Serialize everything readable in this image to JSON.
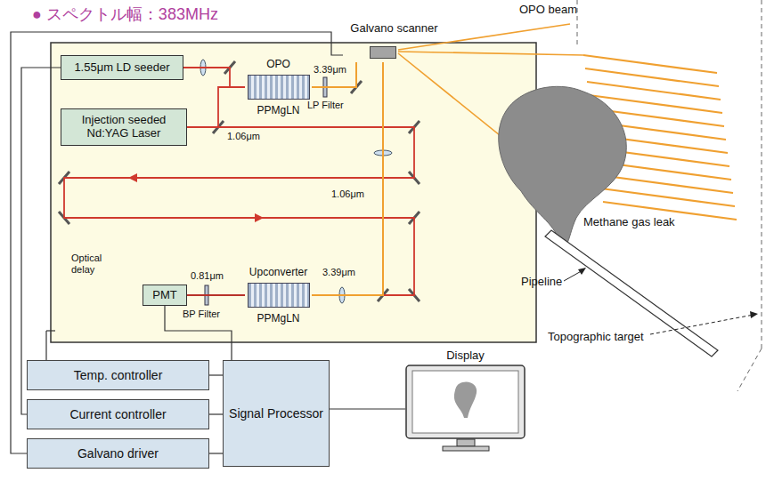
{
  "diagram": {
    "title": "● スペクトル幅：383MHz",
    "nodes": [
      {
        "text": [
          "1.55μm LD seeder"
        ]
      },
      {
        "text": [
          "OPO",
          "PPMgLN"
        ]
      },
      {
        "text": [
          "Galvano scanner"
        ]
      },
      {
        "text": [
          "Injection seeded Nd:YAG Laser"
        ]
      },
      {
        "text": [
          "PMT"
        ]
      },
      {
        "text": [
          "Upconverter",
          "PPMgLN"
        ]
      },
      {
        "text": [
          "Temp. controller"
        ]
      },
      {
        "text": [
          "Current controller"
        ]
      },
      {
        "text": [
          "Galvano driver"
        ]
      },
      {
        "text": [
          "Signal Processor"
        ]
      },
      {
        "text": [
          "Display"
        ]
      }
    ],
    "edges": [
      {
        "from": 0,
        "to": 1,
        "arrow": "none"
      },
      {
        "from": 3,
        "to": 1,
        "arrow": "none"
      },
      {
        "from": 1,
        "to": 2,
        "arrow": "none"
      },
      {
        "from": 3,
        "to": 5,
        "arrow": "none"
      },
      {
        "from": 2,
        "to": 5,
        "arrow": "none"
      },
      {
        "from": 5,
        "to": 4,
        "arrow": "none"
      },
      {
        "from": 4,
        "to": 9,
        "arrow": "none"
      },
      {
        "from": 7,
        "to": 0,
        "arrow": "none"
      },
      {
        "from": 8,
        "to": 2,
        "arrow": "none"
      },
      {
        "from": 6,
        "to": 9,
        "arrow": "none"
      },
      {
        "from": 7,
        "to": 9,
        "arrow": "none"
      },
      {
        "from": 8,
        "to": 9,
        "arrow": "none"
      },
      {
        "from": 9,
        "to": 10,
        "arrow": "none"
      }
    ],
    "labels": [
      "3.39μm",
      "LP Filter",
      "1.06μm",
      "1.06μm",
      "Optical delay",
      "0.81μm",
      "3.39μm",
      "BP Filter",
      "OPO beam",
      "Methane gas leak",
      "Pipeline",
      "Topographic target"
    ]
  }
}
